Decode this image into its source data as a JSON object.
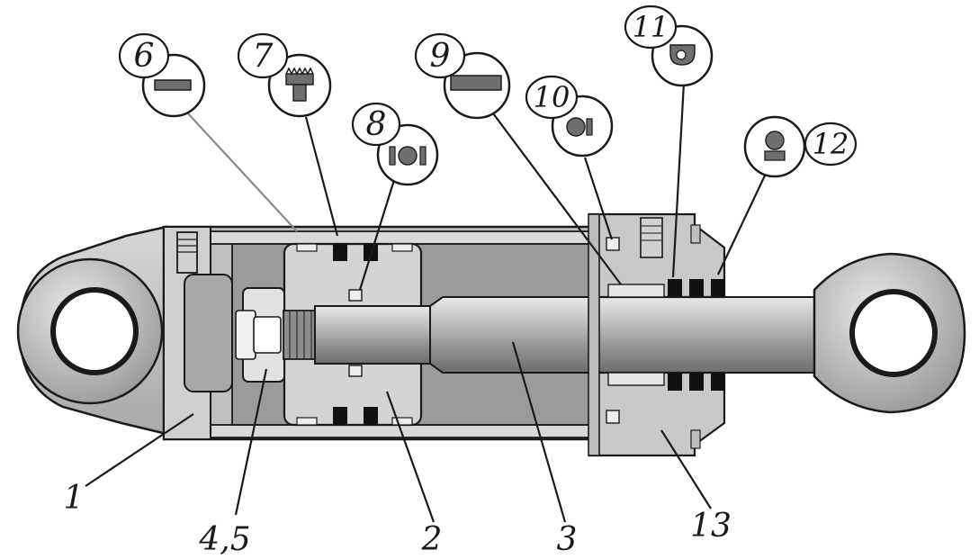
{
  "callouts": [
    {
      "id": "6",
      "label": "6",
      "part": "ring"
    },
    {
      "id": "7",
      "label": "7",
      "part": "seal"
    },
    {
      "id": "8",
      "label": "8",
      "part": "o-ring"
    },
    {
      "id": "9",
      "label": "9",
      "part": "guide"
    },
    {
      "id": "10",
      "label": "10",
      "part": "o-ring"
    },
    {
      "id": "11",
      "label": "11",
      "part": "wiper"
    },
    {
      "id": "12",
      "label": "12",
      "part": "seal"
    }
  ],
  "part_labels": {
    "p1": "1",
    "p45": "4,5",
    "p2": "2",
    "p3": "3",
    "p13": "13"
  },
  "colors": {
    "outline": "#1a1a1a",
    "body": "#c8c8c8",
    "dark": "#7a7a7a",
    "light": "#e6e6e6",
    "seal": "#111111"
  }
}
